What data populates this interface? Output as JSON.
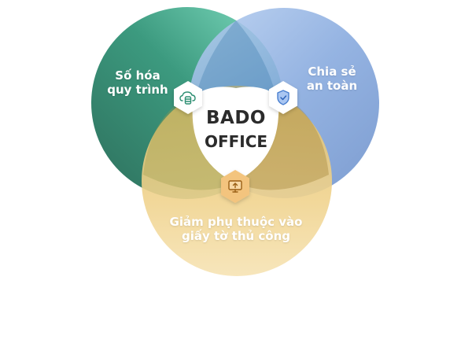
{
  "diagram": {
    "circles": [
      {
        "id": "left",
        "lines": [
          "Số hóa",
          "quy trình"
        ],
        "color": "#2f8f73"
      },
      {
        "id": "right",
        "lines": [
          "Chia sẻ",
          "an toàn"
        ],
        "color": "#7fa7dc"
      },
      {
        "id": "bottom",
        "lines": [
          "Giảm phụ thuộc vào",
          "giấy tờ thủ công"
        ],
        "color": "#e8c677"
      }
    ],
    "center": {
      "line1": "BADO",
      "line2": "OFFICE"
    },
    "icons": [
      {
        "name": "cloud-database-icon",
        "accent": "#2f8f73"
      },
      {
        "name": "shield-check-icon",
        "accent": "#4a7fcf"
      },
      {
        "name": "monitor-upload-icon",
        "accent": "#c98a2a"
      }
    ]
  }
}
